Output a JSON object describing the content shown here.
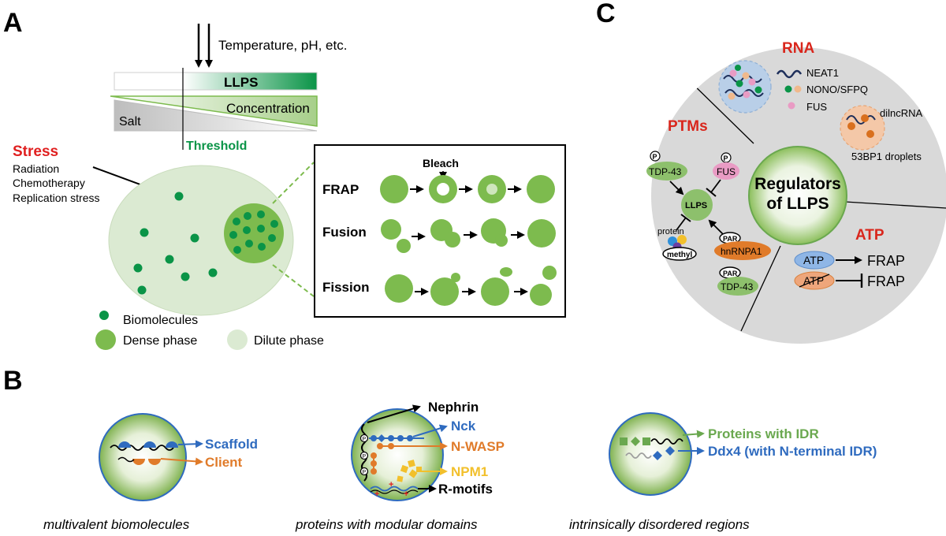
{
  "panels": {
    "a": "A",
    "b": "B",
    "c": "C"
  },
  "panel_a": {
    "input_label": "Temperature, pH, etc.",
    "llps_label": "LLPS",
    "concentration_label": "Concentration",
    "salt_label": "Salt",
    "threshold_label": "Threshold",
    "stress_title": "Stress",
    "stress_items": [
      "Radiation",
      "Chemotherapy",
      "Replication stress"
    ],
    "assays": {
      "bleach_label": "Bleach",
      "frap": "FRAP",
      "fusion": "Fusion",
      "fission": "Fission"
    },
    "legend": {
      "biomolecules": "Biomolecules",
      "dense": "Dense phase",
      "dilute": "Dilute phase"
    },
    "colors": {
      "green_dark": "#0a9447",
      "green_mid": "#7dbb4e",
      "green_light": "#dbead2",
      "red": "#e02020"
    }
  },
  "panel_b": {
    "multivalent": {
      "scaffold": "Scaffold",
      "client": "Client",
      "caption": "multivalent biomolecules"
    },
    "modular": {
      "nephrin": "Nephrin",
      "nck": "Nck",
      "nwasp": "N-WASP",
      "npm1": "NPM1",
      "rmotifs": "R-motifs",
      "p_mark": "P",
      "plus_mark": "+",
      "caption": "proteins with modular domains"
    },
    "idr": {
      "proteins_idr": "Proteins with IDR",
      "ddx4": "Ddx4 (with N-terminal IDR)",
      "caption": "intrinsically disordered regions"
    },
    "colors": {
      "blue": "#2f6bbf",
      "orange": "#e07b2a",
      "yellow": "#f2c02c",
      "green": "#6aa84f"
    }
  },
  "panel_c": {
    "center_line1": "Regulators",
    "center_line2": "of  LLPS",
    "rna": {
      "title": "RNA",
      "neat1": "NEAT1",
      "nono": "NONO/SFPQ",
      "fus": "FUS",
      "dilncrna": "dilncRNA",
      "droplets": "53BP1 droplets"
    },
    "ptms": {
      "title": "PTMs",
      "tdp43": "TDP-43",
      "fus": "FUS",
      "llps": "LLPS",
      "protein": "protein",
      "methyl": "methyl",
      "par": "PAR",
      "hnrnpa1": "hnRNPA1",
      "tdp43_b": "TDP-43",
      "p_mark": "P"
    },
    "atp": {
      "title": "ATP",
      "atp1": "ATP",
      "frap1": "FRAP",
      "atp2": "ATP",
      "frap2": "FRAP"
    },
    "colors": {
      "red": "#d9261c",
      "gray": "#d9d9d9"
    }
  }
}
